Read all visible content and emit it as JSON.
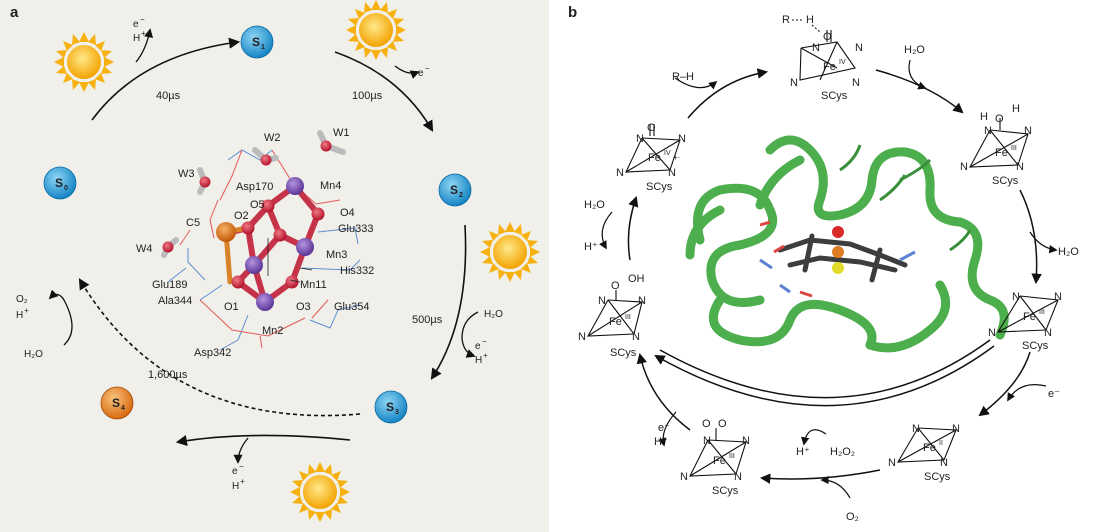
{
  "panel_a": {
    "label": "a",
    "states": {
      "s0": "S",
      "s0_sub": "0",
      "s1": "S",
      "s1_sub": "1",
      "s2": "S",
      "s2_sub": "2",
      "s3": "S",
      "s3_sub": "3",
      "s4": "S",
      "s4_sub": "4"
    },
    "times": {
      "t01": "40µs",
      "t12": "100µs",
      "t23": "500µs",
      "t40": "1,600µs"
    },
    "byproducts": {
      "e": "e",
      "minus": "−",
      "h": "H",
      "plus": "+",
      "h2o": "H₂O",
      "o2": "O₂",
      "water": "H₂O"
    },
    "residues": [
      "W1",
      "W2",
      "W3",
      "W4",
      "Asp170",
      "Mn4",
      "O5",
      "O2",
      "O4",
      "Glu333",
      "C5",
      "Mn3",
      "His332",
      "Glu189",
      "Ala344",
      "Mn11",
      "O1",
      "O3",
      "Glu354",
      "Mn2",
      "Asp342"
    ]
  },
  "panel_b": {
    "label": "b",
    "species": {
      "top": {
        "o": "O",
        "fe": "Fe",
        "ox": "IV",
        "cys": "SCys",
        "r": "R",
        "h": "H"
      },
      "right1": {
        "fe": "Fe",
        "ox": "III",
        "cys": "SCys"
      },
      "right2": {
        "fe": "Fe",
        "ox": "III",
        "cys": "SCys"
      },
      "bottomright": {
        "fe": "Fe",
        "ox": "II",
        "cys": "SCys"
      },
      "bottom": {
        "fe": "Fe",
        "ox": "III",
        "cys": "SCys"
      },
      "left1": {
        "fe": "Fe",
        "ox": "III",
        "cys": "SCys",
        "oh": "OH"
      },
      "left2": {
        "fe": "Fe",
        "ox": "IV",
        "cys": "SCys",
        "charge": "+·"
      }
    },
    "labels": {
      "rh": "R–H",
      "h2o": "H₂O",
      "h2o2": "H₂O₂",
      "o2": "O₂",
      "h_plus": "H⁺",
      "e_minus": "e⁻",
      "n": "N",
      "o": "O",
      "h": "H"
    }
  },
  "colors": {
    "blue_state": "#1d9fd6",
    "orange_state": "#e98a26",
    "sun": "#f4b400",
    "protein": "#4cae4c",
    "mn": "#7a4fb5",
    "o_atom": "#d8263a",
    "ca": "#d77513"
  }
}
